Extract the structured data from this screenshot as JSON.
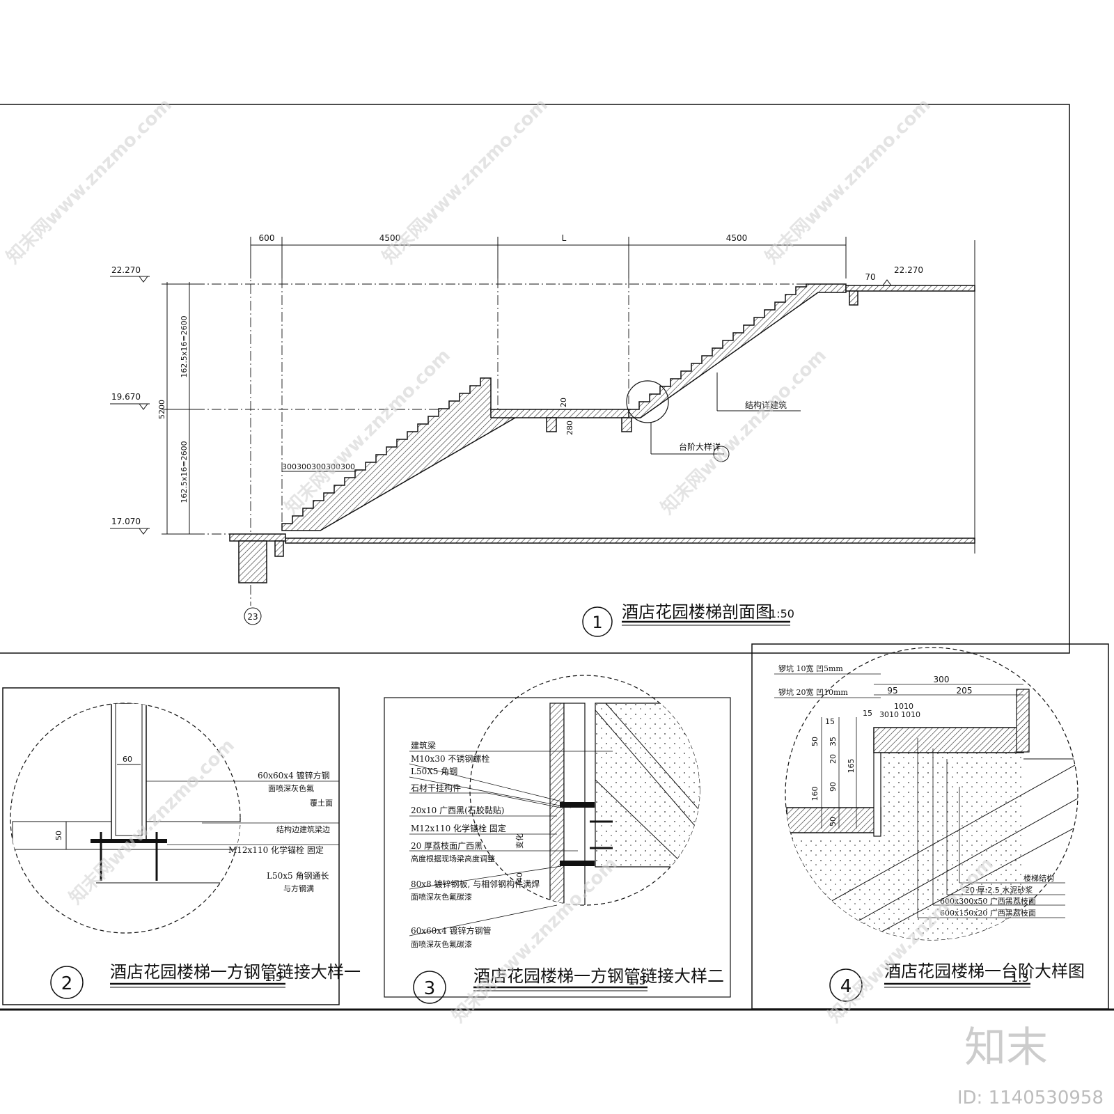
{
  "section": {
    "dims_top": [
      "600",
      "4500",
      "L",
      "4500"
    ],
    "dim_right": "70",
    "levels": [
      "22.270",
      "19.670",
      "17.070",
      "22.270"
    ],
    "dims_vert": [
      "162.5x16=2600",
      "162.5x16=2600",
      "5200"
    ],
    "landing_dims": [
      "20",
      "280"
    ],
    "tread_dims": "300300300300300",
    "label_structure": "结构详建筑",
    "label_detail": "台阶大样详",
    "detail_ref_num": "-",
    "axis": "23",
    "title_num": "1",
    "title": "酒店花园楼梯剖面图",
    "title_scale": "1:50"
  },
  "detail2": {
    "num": "2",
    "title": "酒店花园楼梯一方钢管链接大样一",
    "scale": "1:5",
    "dim_width": "60",
    "dim_height": "50",
    "notes": [
      "60x60x4  镀锌方钢",
      "面喷深灰色氟",
      "覆土面",
      "结构边建筑梁边",
      "M12x110  化学锚栓  固定",
      "L50x5  角钢通长",
      "与方钢满"
    ]
  },
  "detail3": {
    "num": "3",
    "title": "酒店花园楼梯一方钢管链接大样二",
    "scale": "1:5",
    "notes": [
      "建筑梁",
      "M10x30  不锈钢螺栓",
      "L50X5  角钢",
      "石材干挂构件",
      "20x10  广西黑(石胶黏贴)",
      "M12x110  化学锚栓  固定",
      "20 厚荔枝面广西黑",
      "高度根据现场梁高度调整",
      "80x8  镀锌钢板, 与相邻钢构件满焊",
      "面喷深灰色氟碳漆",
      "60x60x4  镀锌方钢管",
      "面喷深灰色氟碳漆"
    ],
    "side_dims": [
      "变化",
      "40"
    ]
  },
  "detail4": {
    "num": "4",
    "title": "酒店花园楼梯一台阶大样图",
    "scale": "1:5",
    "top_notes": [
      "锣坑 10宽  凹5mm",
      "锣坑 20宽  凹10mm"
    ],
    "dims_top": [
      "300",
      "95",
      "205",
      "15",
      "3010",
      "1010",
      "1010"
    ],
    "dims_left": [
      "15",
      "50",
      "35",
      "20",
      "165",
      "90",
      "160",
      "50"
    ],
    "notes": [
      "楼梯结构",
      "20 厚:2.5 水泥砂浆",
      "600x300x50   广西黑荔枝面",
      "600x150x20   广西黑荔枝面"
    ]
  },
  "watermark": {
    "site": "知末网www.znzmo.com",
    "logo": "知末",
    "id": "ID: 1140530958"
  }
}
